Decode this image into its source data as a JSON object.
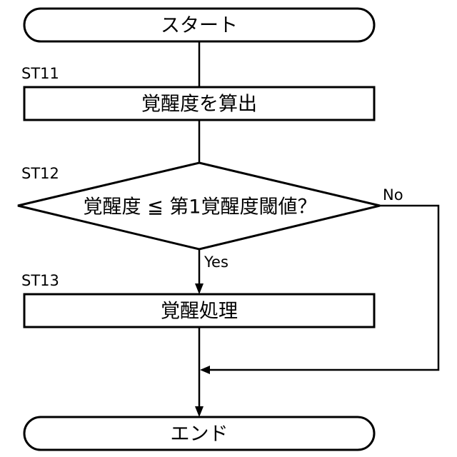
{
  "flowchart": {
    "start_label": "スタート",
    "end_label": "エンド",
    "steps": [
      {
        "id": "ST11",
        "label": "覚醒度を算出"
      },
      {
        "id": "ST12",
        "label": "覚醒度 ≦ 第1覚醒度閾値？"
      },
      {
        "id": "ST13",
        "label": "覚醒処理"
      }
    ],
    "branch_yes": "Yes",
    "branch_no": "No"
  }
}
